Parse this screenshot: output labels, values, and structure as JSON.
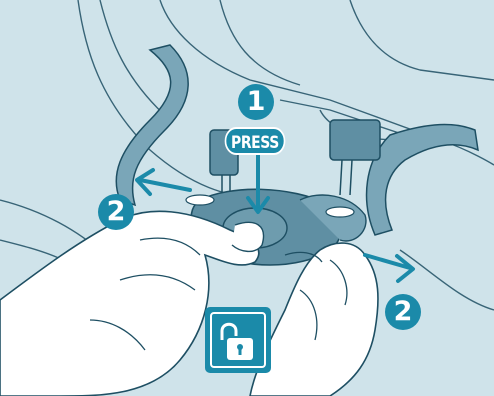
{
  "steps": {
    "press_number": "1",
    "press_label": "PRESS",
    "pull_number_left": "2",
    "pull_number_right": "2"
  },
  "icons": {
    "unlock": "unlock-padlock-icon"
  },
  "colors": {
    "background": "#cfe3ea",
    "accent": "#1b8aa9",
    "strap": "#7aa6b8",
    "buckle": "#5f8fa3",
    "line": "#1e4f63"
  }
}
